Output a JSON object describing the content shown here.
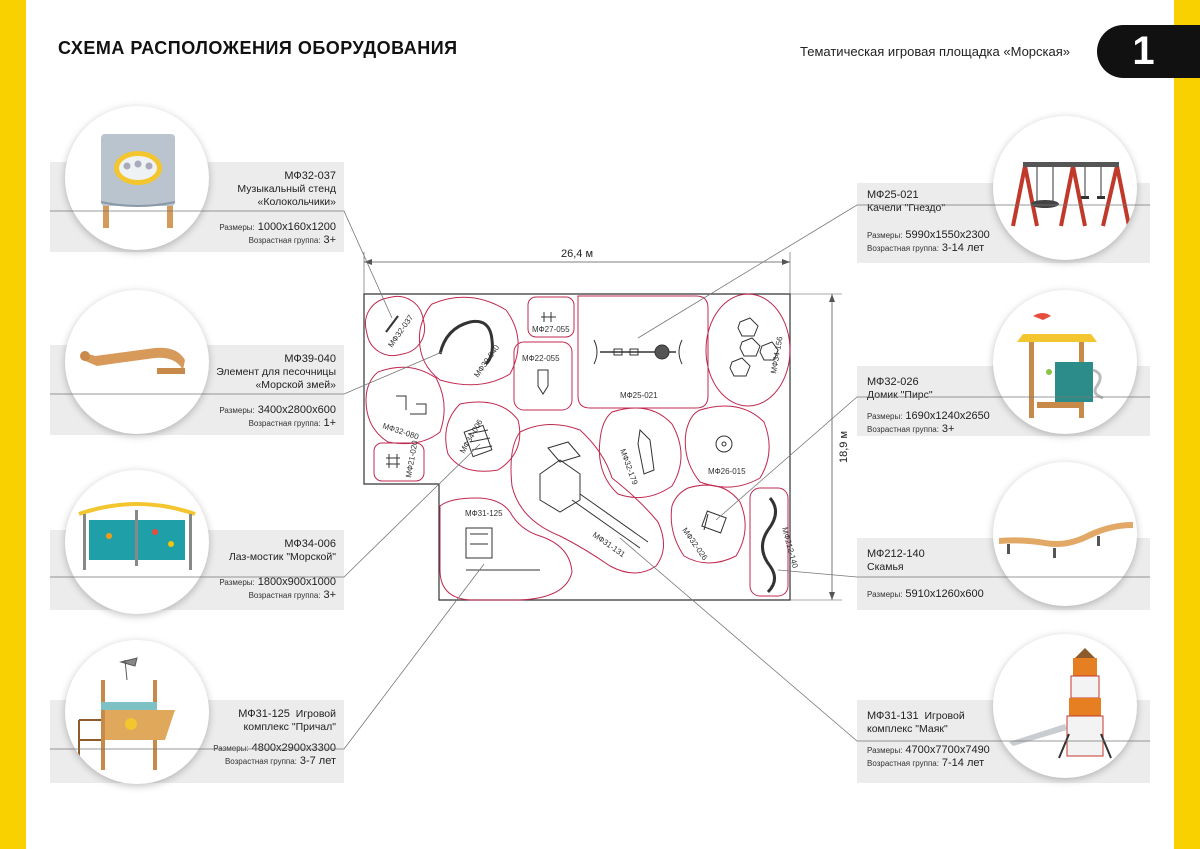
{
  "header": {
    "title": "СХЕМА РАСПОЛОЖЕНИЯ ОБОРУДОВАНИЯ",
    "subtitle": "Тематическая игровая площадка «Морская»",
    "page_number": "1"
  },
  "labels": {
    "size": "Размеры:",
    "age": "Возрастная группа:"
  },
  "plan": {
    "width_label": "26,4 м",
    "height_label": "18,9 м",
    "zones": [
      "МФ32-037",
      "МФ39-040",
      "МФ27-055",
      "МФ22-055",
      "МФ25-021",
      "МФ34-156",
      "МФ32-080",
      "МФ34-006",
      "МФ21-020",
      "МФ32-179",
      "МФ26-015",
      "МФ31-125",
      "МФ31-131",
      "МФ32-026",
      "МФ212-140"
    ]
  },
  "equipment": {
    "e1": {
      "code": "МФ32-037",
      "name1": "Музыкальный стенд",
      "name2": "«Колокольчики»",
      "size": "1000х160х1200",
      "age": "3+"
    },
    "e2": {
      "code": "МФ39-040",
      "name1": "Элемент для песочницы",
      "name2": "«Морской змей»",
      "size": "3400х2800х600",
      "age": "1+"
    },
    "e3": {
      "code": "МФ34-006",
      "name1": "Лаз-мостик \"Морской\"",
      "size": "1800х900х1000",
      "age": "3+"
    },
    "e4": {
      "code": "МФ31-125",
      "name1": "Игровой",
      "name2": "комплекс \"Причал\"",
      "size": "4800х2900х3300",
      "age": "3-7 лет"
    },
    "e5": {
      "code": "МФ25-021",
      "name1": "Качели \"Гнездо\"",
      "size": "5990х1550х2300",
      "age": "3-14 лет"
    },
    "e6": {
      "code": "МФ32-026",
      "name1": "Домик \"Пирс\"",
      "size": "1690х1240х2650",
      "age": "3+"
    },
    "e7": {
      "code": "МФ212-140",
      "name1": "Скамья",
      "size": "5910х1260х600"
    },
    "e8": {
      "code": "МФ31-131",
      "name1": "Игровой",
      "name2": "комплекс \"Маяк\"",
      "size": "4700х7700х7490",
      "age": "7-14 лет"
    }
  }
}
